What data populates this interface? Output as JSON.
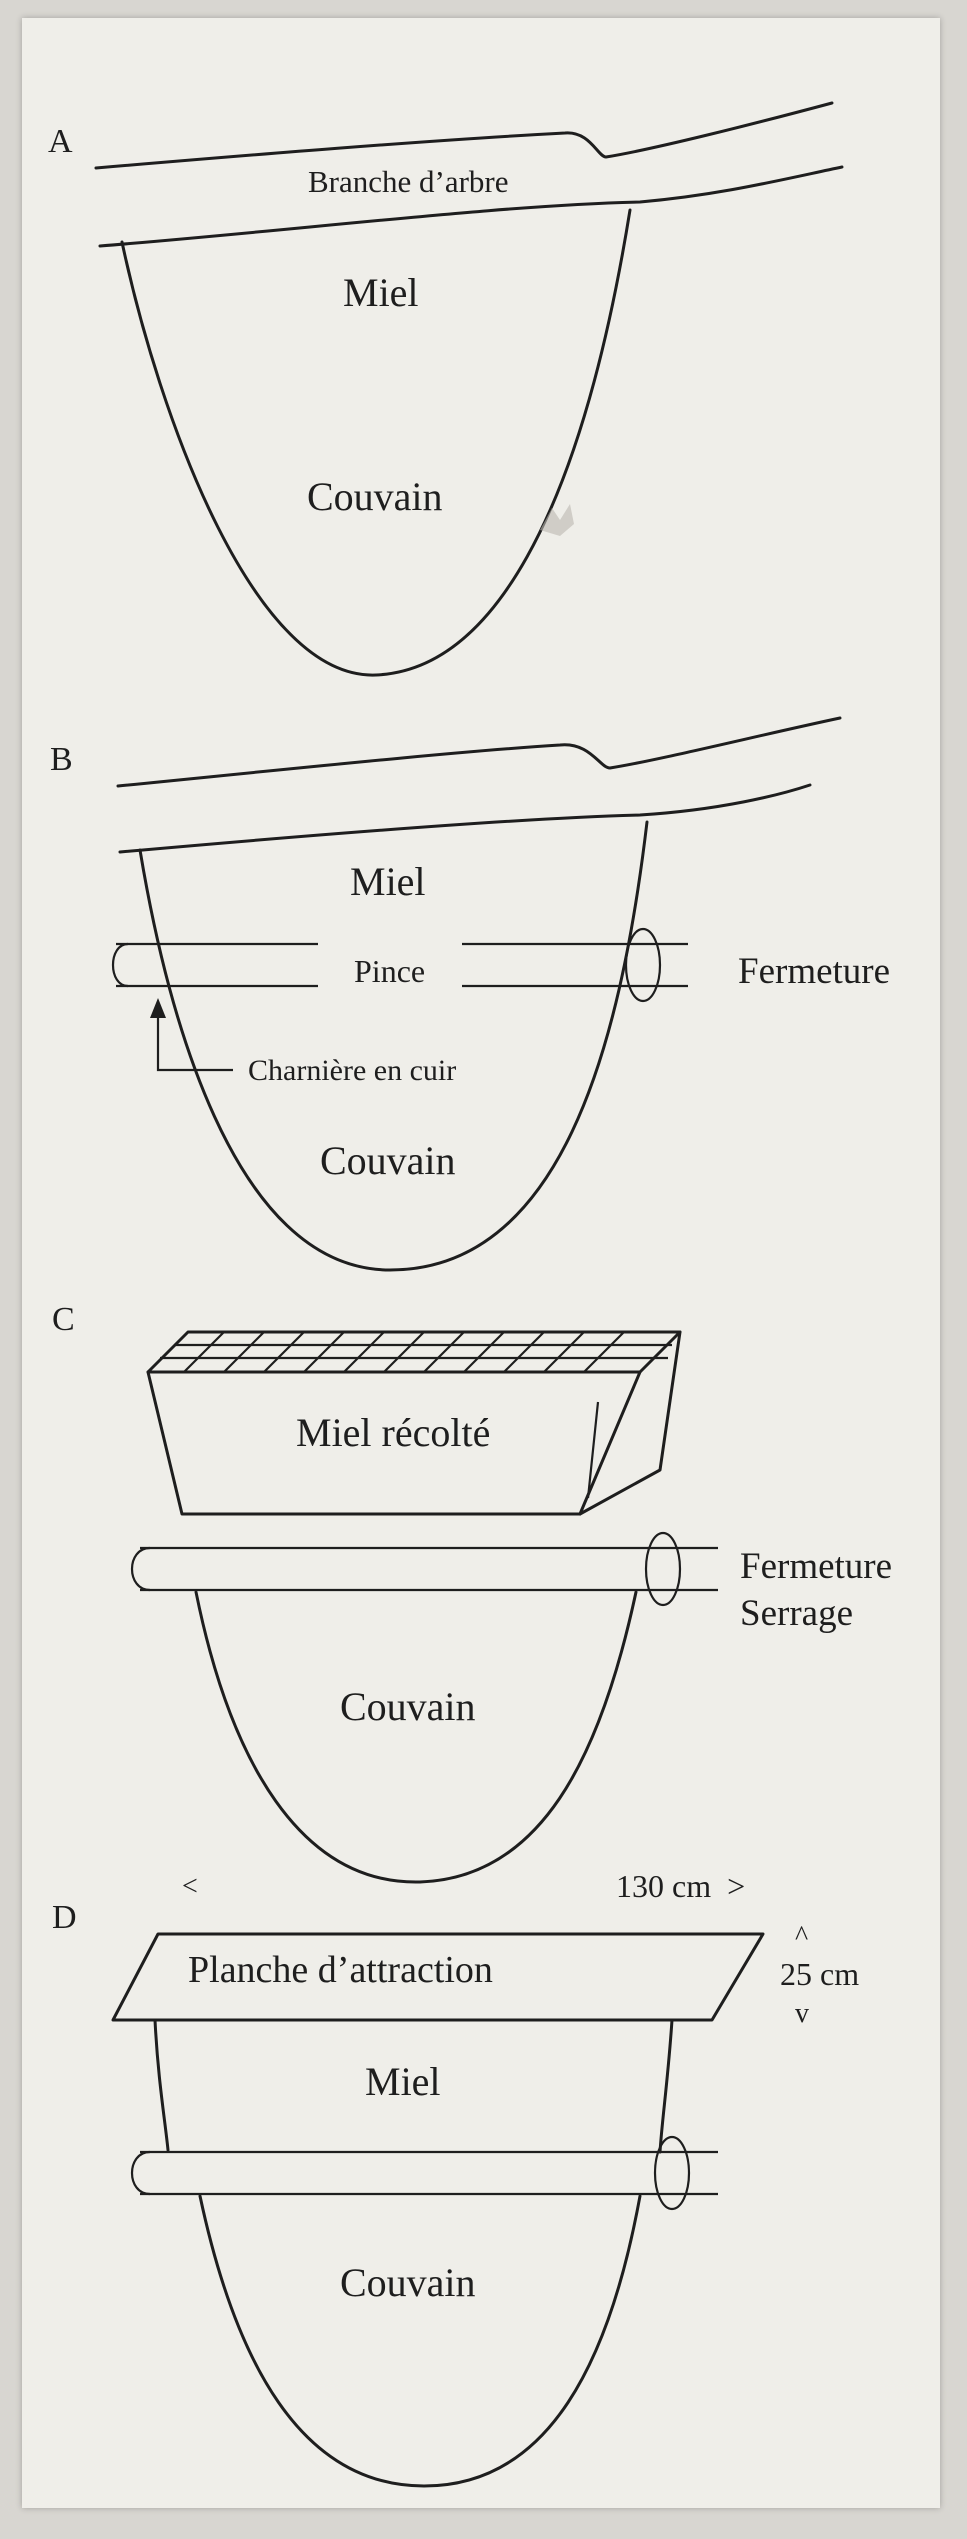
{
  "panels": {
    "A": {
      "letter": "A",
      "branch_label": "Branche d’arbre",
      "top_label": "Miel",
      "bottom_label": "Couvain"
    },
    "B": {
      "letter": "B",
      "top_label": "Miel",
      "bar_label": "Pince",
      "closure_label": "Fermeture",
      "hinge_label": "Charnière en cuir",
      "bottom_label": "Couvain"
    },
    "C": {
      "letter": "C",
      "comb_label": "Miel récolté",
      "closure_label": "Fermeture",
      "tighten_label": "Serrage",
      "bottom_label": "Couvain"
    },
    "D": {
      "letter": "D",
      "width_left_arrow": "<",
      "width_label": "130 cm  >",
      "height_up_arrow": "^",
      "height_label": "25 cm",
      "height_down_arrow": "v",
      "board_label": "Planche d’attraction",
      "top_label": "Miel",
      "bottom_label": "Couvain"
    }
  }
}
